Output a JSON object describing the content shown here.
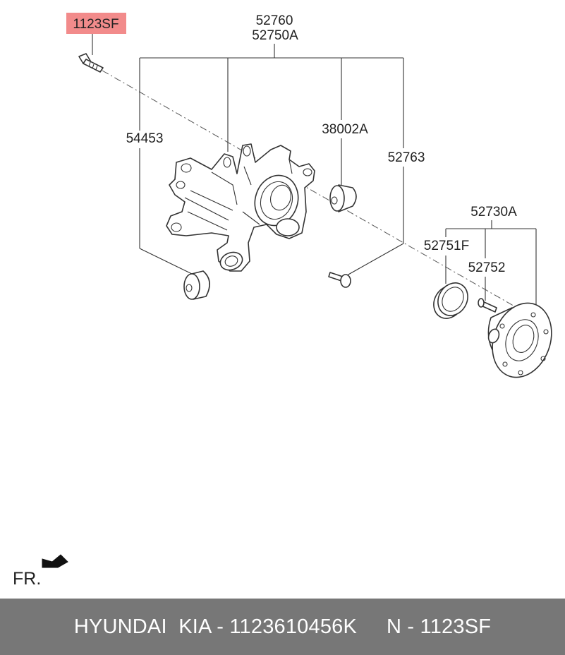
{
  "labels": {
    "bolt": "1123SF",
    "knuckle_a": "52760",
    "knuckle_b": "52750A",
    "bushing_front": "54453",
    "bushing_rear": "38002A",
    "bolt_small": "52763",
    "hub_assembly": "52730A",
    "cap": "52751F",
    "hub_bolt": "52752"
  },
  "direction": "FR.",
  "colors": {
    "highlight": "#f28b8b",
    "footer": "#777777"
  },
  "footer": {
    "brand_part": "HYUNDAI  KIA - 1123610456K",
    "n_part": "N - 1123SF"
  }
}
